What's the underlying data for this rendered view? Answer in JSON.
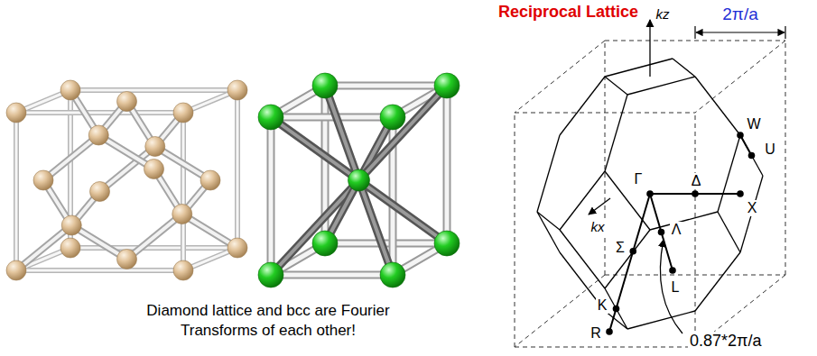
{
  "diagram": {
    "title": "Reciprocal Lattice",
    "caption": "Diamond lattice and bcc are Fourier Transforms of each other!",
    "labels": [
      "2π/a",
      "kz",
      "Γ",
      "Δ",
      "X",
      "kx",
      "Λ",
      "Σ",
      "L",
      "K",
      "R",
      "W",
      "U",
      "0.87*2π/a"
    ]
  }
}
